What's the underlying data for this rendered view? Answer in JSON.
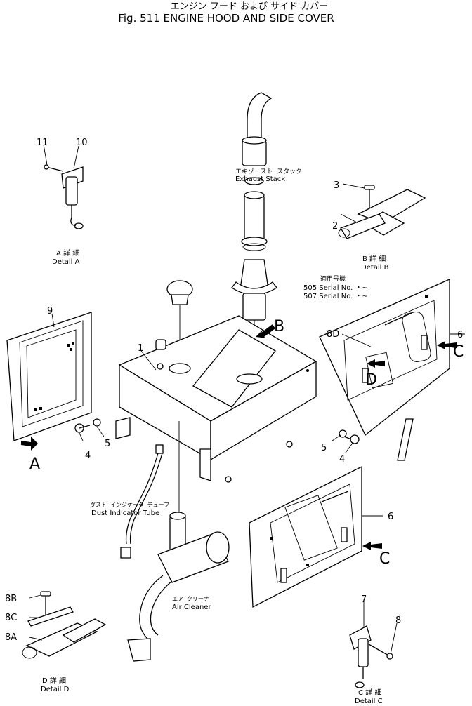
{
  "header": {
    "title_jp": "エンジン フード および サイド カバー",
    "title_en": "Fig. 511 ENGINE HOOD AND SIDE COVER"
  },
  "callouts": {
    "c1": "1",
    "c2": "2",
    "c3": "3",
    "c4_left": "4",
    "c4_right": "4",
    "c5_left": "5",
    "c5_right": "5",
    "c6_upper": "6",
    "c6_lower": "6",
    "c7": "7",
    "c8": "8",
    "c8a": "8A",
    "c8b": "8B",
    "c8c": "8C",
    "c8d": "8D",
    "c9": "9",
    "c10": "10",
    "c11": "11"
  },
  "view_arrows": {
    "a": "A",
    "b": "B",
    "c_upper": "C",
    "c_lower": "C",
    "d": "D"
  },
  "part_labels": {
    "exhaust_jp": "エキゾースト スタック",
    "exhaust_en": "Exhaust Stack",
    "dust_jp": "ダスト インジケータ チューブ",
    "dust_en": "Dust Indicator Tube",
    "air_jp": "エア クリーナ",
    "air_en": "Air Cleaner"
  },
  "details": {
    "a_jp": "A 詳 細",
    "a_en": "Detail A",
    "b_jp": "B 詳 細",
    "b_en": "Detail B",
    "c_jp": "C 詳 細",
    "c_en": "Detail C",
    "d_jp": "D 詳 細",
    "d_en": "Detail D"
  },
  "serial_note": {
    "heading": "適用号機",
    "line1": "505 Serial No. ・~",
    "line2": "507 Serial No. ・~"
  }
}
